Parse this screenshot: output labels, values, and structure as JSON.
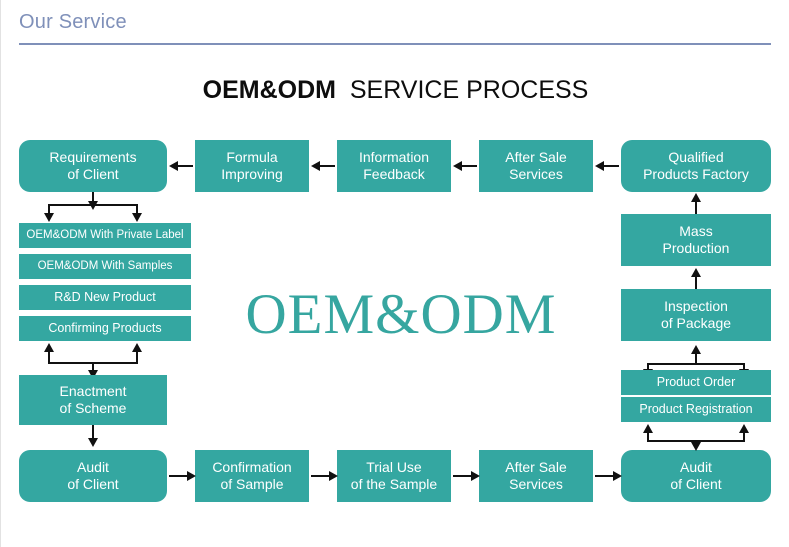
{
  "header": {
    "title": "Our Service",
    "rule_color": "#7f90b9",
    "title_color": "#7f90b9"
  },
  "chart_title": {
    "bold_part": "OEM&ODM",
    "normal_part": "SERVICE PROCESS"
  },
  "watermark": {
    "text": "OEM&ODM",
    "color": "#36a6a0"
  },
  "theme": {
    "box_fill": "#34a7a1",
    "box_text": "#ffffff",
    "connector": "#111111",
    "background": "#ffffff"
  },
  "diagram": {
    "type": "flowchart",
    "top_row": [
      {
        "id": "requirements-of-client",
        "line1": "Requirements",
        "line2": "of Client",
        "shape": "rounded"
      },
      {
        "id": "formula-improving",
        "line1": "Formula",
        "line2": "Improving",
        "shape": "rect"
      },
      {
        "id": "information-feedback",
        "line1": "Information",
        "line2": "Feedback",
        "shape": "rect"
      },
      {
        "id": "after-sale-services-top",
        "line1": "After Sale",
        "line2": "Services",
        "shape": "rect"
      },
      {
        "id": "qualified-products-factory",
        "line1": "Qualified",
        "line2": "Products Factory",
        "shape": "rounded"
      }
    ],
    "left_options": [
      {
        "id": "oem-odm-private-label",
        "label": "OEM&ODM With Private Label"
      },
      {
        "id": "oem-odm-with-samples",
        "label": "OEM&ODM With Samples"
      },
      {
        "id": "rd-new-product",
        "label": "R&D New Product"
      },
      {
        "id": "confirming-products",
        "label": "Confirming Products"
      }
    ],
    "left_lower": [
      {
        "id": "enactment-of-scheme",
        "line1": "Enactment",
        "line2": "of Scheme",
        "shape": "rect"
      },
      {
        "id": "audit-of-client-left",
        "line1": "Audit",
        "line2": "of Client",
        "shape": "rounded"
      }
    ],
    "bottom_row": [
      {
        "id": "confirmation-of-sample",
        "line1": "Confirmation",
        "line2": "of Sample",
        "shape": "rect"
      },
      {
        "id": "trial-use-of-the-sample",
        "line1": "Trial Use",
        "line2": "of the Sample",
        "shape": "rect"
      },
      {
        "id": "after-sale-services-bottom",
        "line1": "After Sale",
        "line2": "Services",
        "shape": "rect"
      },
      {
        "id": "audit-of-client-right",
        "line1": "Audit",
        "line2": "of Client",
        "shape": "rounded"
      }
    ],
    "right_column": [
      {
        "id": "mass-production",
        "line1": "Mass",
        "line2": "Production",
        "shape": "rect"
      },
      {
        "id": "inspection-of-package",
        "line1": "Inspection",
        "line2": "of Package",
        "shape": "rect"
      }
    ],
    "right_options": [
      {
        "id": "product-order",
        "label": "Product Order"
      },
      {
        "id": "product-registration",
        "label": "Product Registration"
      }
    ]
  }
}
